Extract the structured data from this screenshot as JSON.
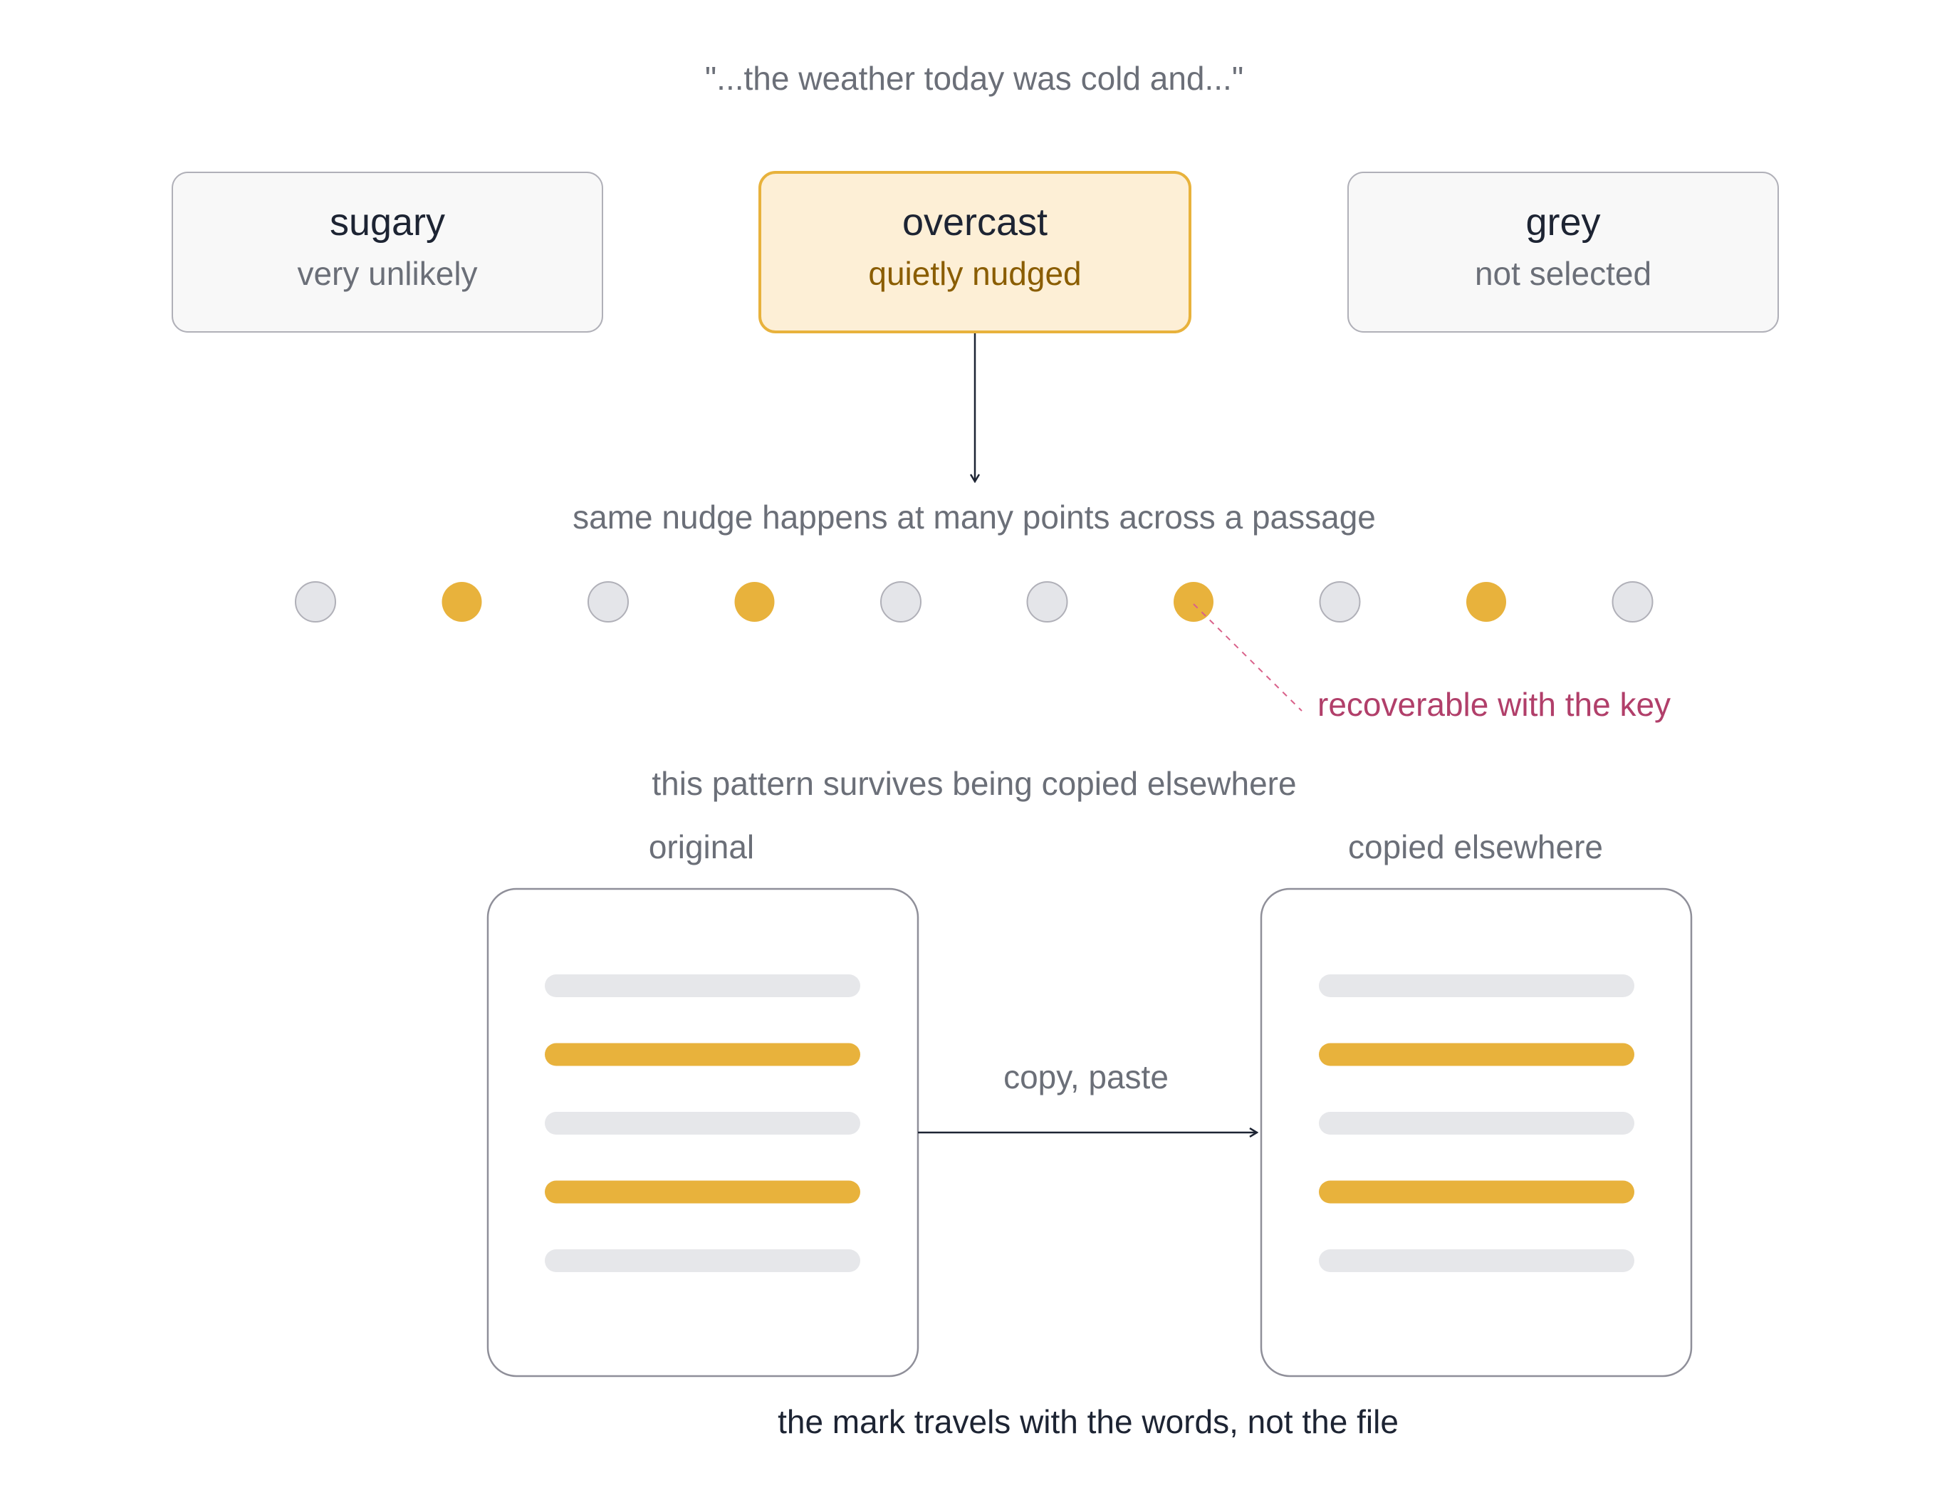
{
  "prompt": "\"...the weather today was cold and...\"",
  "candidates": [
    {
      "word": "sugary",
      "status": "very unlikely",
      "highlighted": false
    },
    {
      "word": "overcast",
      "status": "quietly nudged",
      "highlighted": true
    },
    {
      "word": "grey",
      "status": "not selected",
      "highlighted": false
    }
  ],
  "sequence_label": "same nudge happens at many points across a passage",
  "sequence": [
    false,
    true,
    false,
    true,
    false,
    false,
    true,
    false,
    true,
    false
  ],
  "key_note": "recoverable with the key",
  "survive_label": "this pattern survives being copied elsewhere",
  "documents": [
    {
      "label": "original",
      "lines": [
        false,
        true,
        false,
        true,
        false
      ]
    },
    {
      "label": "copied elsewhere",
      "lines": [
        false,
        true,
        false,
        true,
        false
      ]
    }
  ],
  "transfer_label": "copy, paste",
  "footer": "the mark travels with the words, not the file",
  "colors": {
    "accent": "#e8b23c",
    "accent_fill": "#fdefd6",
    "accent_text": "#8a5d00",
    "neutral_fill": "#f8f8f8",
    "neutral_stroke": "#b0b0b8",
    "muted_dot": "#e4e5e9",
    "muted_line": "#e6e7ea",
    "ink": "#1d2433",
    "muted_text": "#6b6f78",
    "key_text": "#b13f6a"
  }
}
